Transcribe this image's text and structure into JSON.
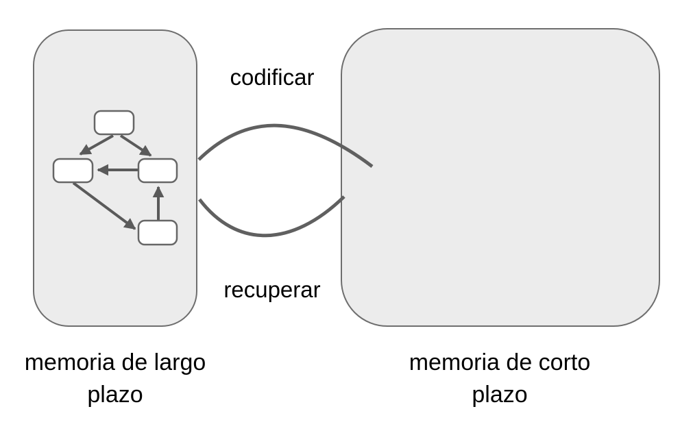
{
  "diagram": {
    "background": "#ffffff",
    "colors": {
      "box_fill": "#ececec",
      "box_border": "#6e6e6e",
      "connector_line": "#606060",
      "node_fill": "#ffffff",
      "node_border": "#666666",
      "arrow": "#5a5a5a",
      "text": "#000000"
    },
    "flow_labels": {
      "encode": "codificar",
      "retrieve": "recuperar"
    },
    "long_term_box": {
      "caption_line1": "memoria de largo",
      "caption_line2": "plazo"
    },
    "short_term_box": {
      "caption_line1": "memoria de corto",
      "caption_line2": "plazo"
    }
  }
}
